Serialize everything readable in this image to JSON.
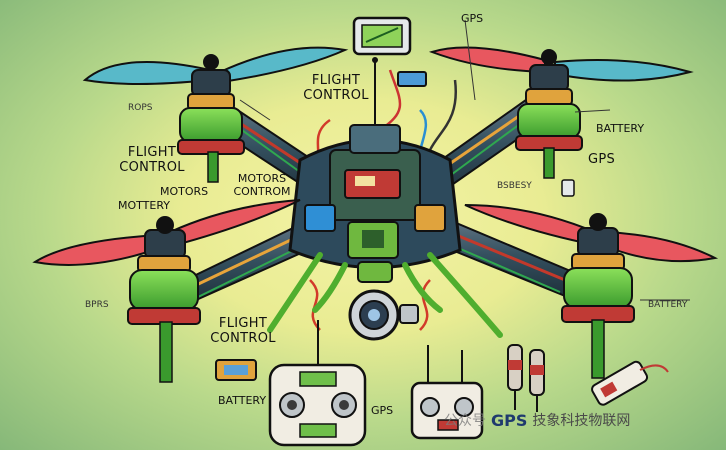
{
  "labels": {
    "gps_top": "GPS",
    "flight_control_top_1": "FLIGHT",
    "flight_control_top_2": "CONTROL",
    "rops": "ROPS",
    "flight_control_left_1": "FLIGHT",
    "flight_control_left_2": "CONTROL",
    "motors": "MOTORS",
    "mottery": "MOTTERY",
    "motors_contrôm_1": "MOTORS",
    "motors_contrôm_2": "CONTROM",
    "battery_right": "BATTERY",
    "gps_right": "GPS",
    "bsbesy": "BSBESY",
    "bprs_left": "BPRS",
    "battery_right_lower": "BATTERY",
    "flight_control_bottom_1": "FLIGHT",
    "flight_control_bottom_2": "CONTROL",
    "battery_bottom": "BATTERY",
    "gps_bottom": "GPS"
  },
  "watermark": {
    "prefix": "公众号",
    "brand": "GPS",
    "suffix": "技象科技物联网"
  }
}
